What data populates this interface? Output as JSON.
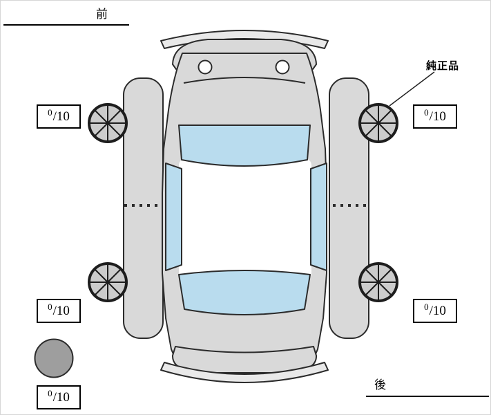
{
  "labels": {
    "front": "前",
    "rear": "後",
    "genuine_part": "純正品"
  },
  "tire_scores": {
    "front_left": {
      "num": "0",
      "den": "/10"
    },
    "front_right": {
      "num": "0",
      "den": "/10"
    },
    "rear_left": {
      "num": "0",
      "den": "/10"
    },
    "rear_right": {
      "num": "0",
      "den": "/10"
    },
    "spare": {
      "num": "0",
      "den": "/10"
    }
  },
  "colors": {
    "body_fill": "#d9d9d9",
    "trim_fill": "#e9e9e9",
    "roof_fill": "#ffffff",
    "glass_fill": "#b9dcee",
    "wheel_fill": "#cccccc",
    "spare_fill": "#9e9e9e",
    "outline": "#2b2b2b"
  }
}
